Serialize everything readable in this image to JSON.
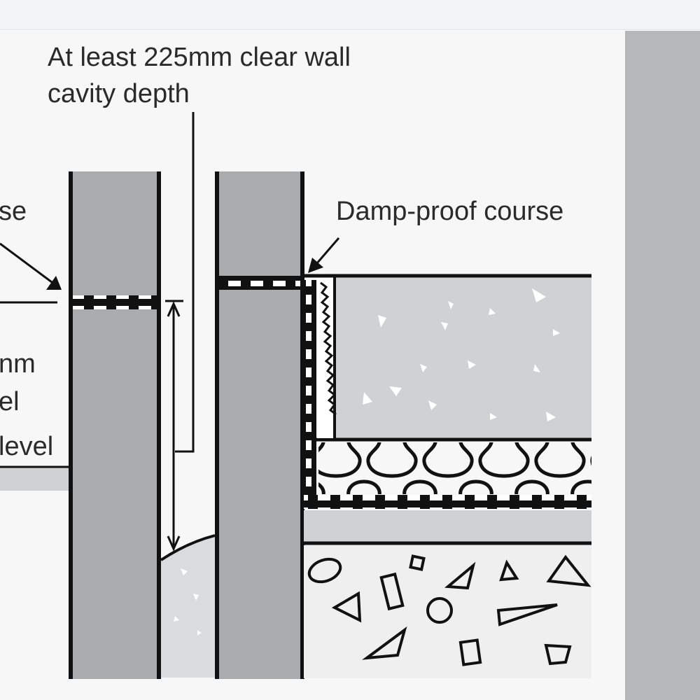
{
  "labels": {
    "cavity_depth_line1": "At least 225mm clear wall",
    "cavity_depth_line2": "cavity depth",
    "dpc_left_partial": "se",
    "dpc_right": "Damp-proof course",
    "height_partial_line1": "nm",
    "height_partial_line2": "el",
    "height_partial_line3": "level"
  },
  "colors": {
    "background": "#f7f7f7",
    "toolbar": "#f2f3f5",
    "side_strip": "#b5b7b9",
    "masonry": "#a9abad",
    "screed": "#cfd1d2",
    "line": "#111111",
    "fill_concrete": "#d9dbdc",
    "hardcore": "#efefef"
  }
}
